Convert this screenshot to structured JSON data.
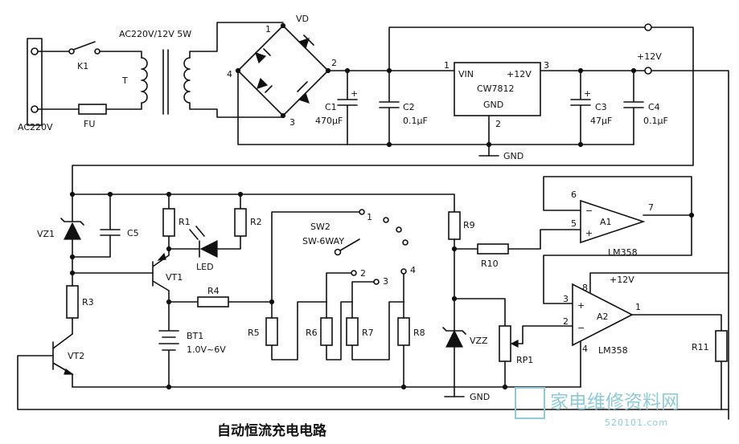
{
  "caption": "自动恒流充电电路",
  "watermark": {
    "brand": "家电维修资料网",
    "url": "520101.com",
    "color": "#8ecbd6"
  },
  "labels": {
    "ac_source": "AC220V",
    "switch": "K1",
    "transformer_rating": "AC220V/12V 5W",
    "transformer": "T",
    "fuse": "FU",
    "bridge": "VD",
    "bridge_pins": [
      "1",
      "2",
      "3",
      "4"
    ],
    "c1_name": "C1",
    "c1_value": "470μF",
    "c2_name": "C2",
    "c2_value": "0.1μF",
    "regulator_name": "CW7812",
    "reg_vin": "VIN",
    "reg_out": "+12V",
    "reg_gnd": "GND",
    "reg_pin_in": "1",
    "reg_pin_out": "3",
    "reg_pin_gnd": "2",
    "c3_name": "C3",
    "c3_value": "47μF",
    "c4_name": "C4",
    "c4_value": "0.1μF",
    "plus12v_top": "+12V",
    "gnd_top": "GND",
    "vz1": "VZ1",
    "c5": "C5",
    "r1": "R1",
    "r2": "R2",
    "led": "LED",
    "vt1": "VT1",
    "r3": "R3",
    "vt2": "VT2",
    "r4": "R4",
    "bt1": "BT1",
    "bt1_range": "1.0V~6V",
    "sw2": "SW2",
    "sw_type": "SW-6WAY",
    "sw_positions": [
      "1",
      "2",
      "3",
      "4"
    ],
    "r5": "R5",
    "r6": "R6",
    "r7": "R7",
    "r8": "R8",
    "r9": "R9",
    "r10": "R10",
    "vzz": "VZZ",
    "rp1": "RP1",
    "a1": "A1",
    "a2": "A2",
    "opamp": "LM358",
    "a1_pins": [
      "6",
      "5",
      "7"
    ],
    "a2_pins": [
      "3",
      "2",
      "1",
      "8",
      "4"
    ],
    "a2_supply": "+12V",
    "r11": "R11",
    "gnd_bottom": "GND",
    "minus": "−",
    "plus": "+"
  }
}
